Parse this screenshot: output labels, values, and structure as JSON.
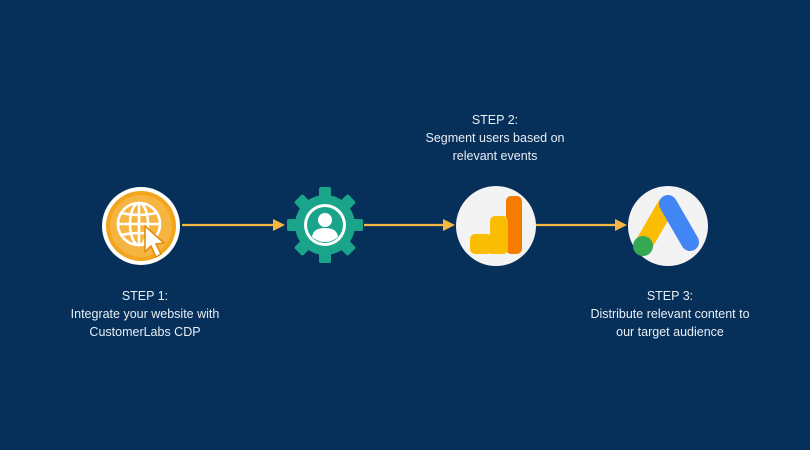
{
  "steps": [
    {
      "step_label": "STEP 1:",
      "line1": "Integrate your website with",
      "line2": "CustomerLabs CDP",
      "icon": "globe-cursor-icon"
    },
    {
      "step_label": "STEP 2:",
      "line1": "Segment users based on",
      "line2": "relevant events",
      "icon": "analytics-icon"
    },
    {
      "step_label": "STEP 3:",
      "line1": "Distribute relevant content to",
      "line2": "our target audience",
      "icon": "google-ads-icon"
    }
  ],
  "middle_icon": "gear-user-icon",
  "colors": {
    "background": "#06305a",
    "arrow": "#f7b742",
    "gear": "#1aa58a",
    "globe_orange": "#f2a51d",
    "analytics_orange": "#f57c00",
    "analytics_yellow": "#fbbc04",
    "ads_blue": "#4285f4",
    "ads_yellow": "#fbbc04",
    "ads_green": "#34a853"
  }
}
